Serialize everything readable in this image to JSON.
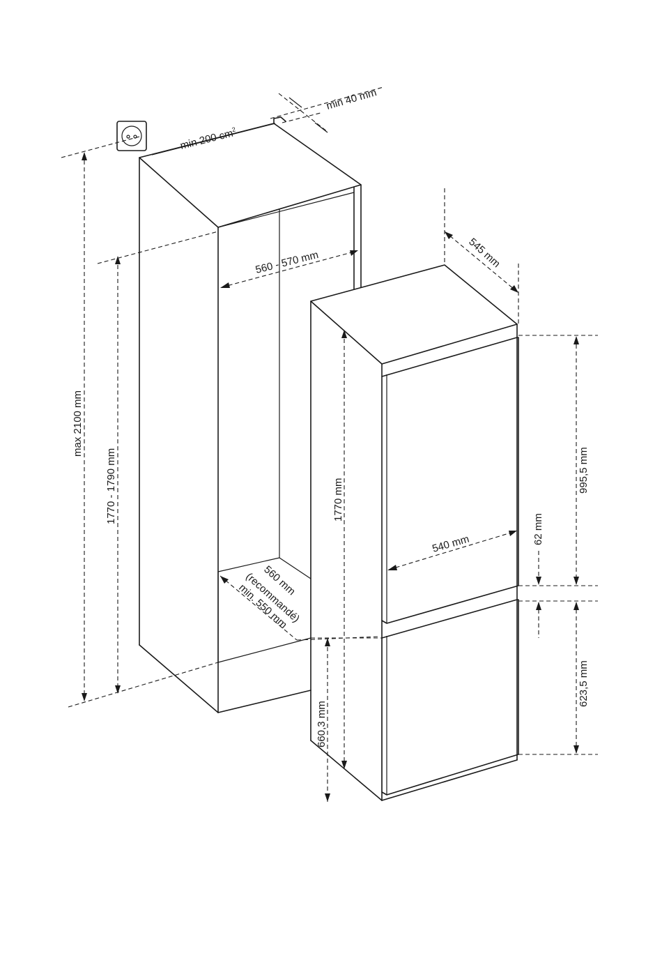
{
  "labels": {
    "min_vent_area": "min 200 cm",
    "min_vent_area_sup": "2",
    "min_gap": "min 40 mm",
    "niche_width": "560 - 570 mm",
    "max_height": "max 2100 mm",
    "niche_height": "1770 - 1790 mm",
    "niche_depth_1": "560 mm",
    "niche_depth_2": "(recommandé)",
    "niche_depth_3": "min. 550 mm",
    "fridge_depth": "545 mm",
    "fridge_height": "1770 mm",
    "fridge_width": "540 mm",
    "upper_door": "995,5 mm",
    "door_gap": "62 mm",
    "lower_door": "623,5 mm",
    "lower_section": "660,3 mm"
  }
}
